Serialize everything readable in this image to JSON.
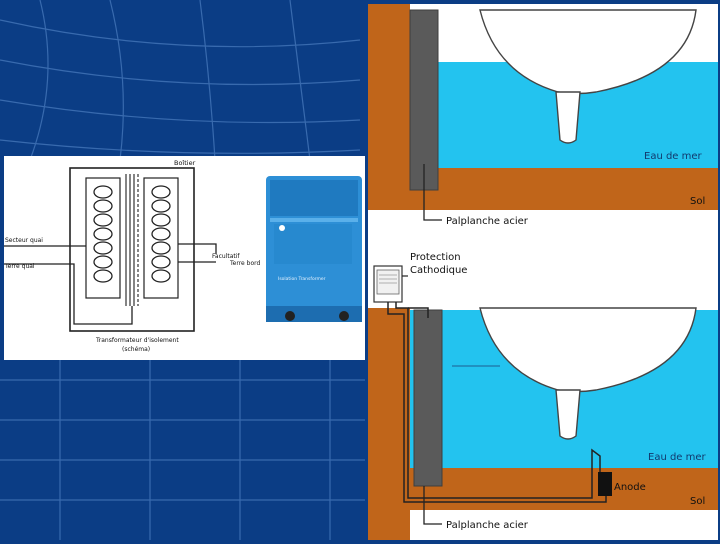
{
  "transformer": {
    "boitier": "Boîtier",
    "secteur_quai": "Secteur quai",
    "terre_quai": "Terre quai",
    "facultatif": "Facultatif",
    "terre_bord": "Terre bord",
    "caption_line1": "Transformateur d'isolement",
    "caption_line2": "(schéma)",
    "device_label": "Isolation Transformer"
  },
  "top_diagram": {
    "water_label": "Eau de mer",
    "soil_label": "Sol",
    "sheet_pile_label": "Palplanche acier"
  },
  "bottom_diagram": {
    "protection_label_line1": "Protection",
    "protection_label_line2": "Cathodique",
    "water_label": "Eau de mer",
    "soil_label": "Sol",
    "anode_label": "Anode",
    "sheet_pile_label": "Palplanche acier"
  },
  "colors": {
    "background": "#0b3d85",
    "water": "#23c3ef",
    "soil": "#c0651a",
    "sheet_pile": "#5a5a5a",
    "device_blue": "#2d8fd6"
  }
}
